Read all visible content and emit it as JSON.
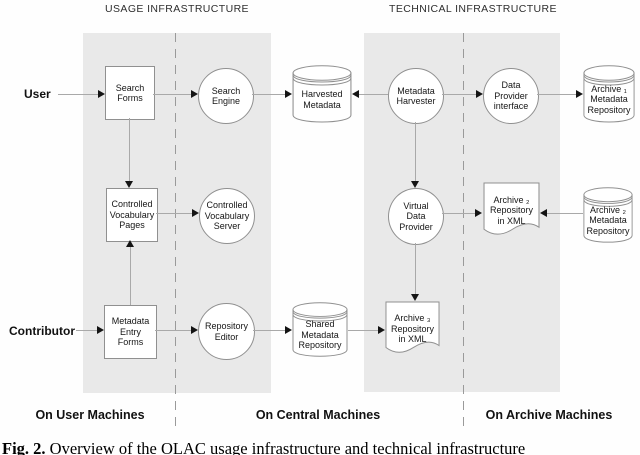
{
  "headers": {
    "usage": "USAGE INFRASTRUCTURE",
    "technical": "TECHNICAL INFRASTRUCTURE"
  },
  "actors": {
    "user": "User",
    "contributor": "Contributor"
  },
  "zones": {
    "user_machines": "On User Machines",
    "central_machines": "On Central Machines",
    "archive_machines": "On Archive Machines"
  },
  "nodes": {
    "search_forms": {
      "shape": "rectangle",
      "label": "Search\nForms"
    },
    "search_engine": {
      "shape": "ellipse",
      "label": "Search\nEngine"
    },
    "harvested_metadata": {
      "shape": "cylinder",
      "label": "Harvested\nMetadata"
    },
    "metadata_harvester": {
      "shape": "ellipse",
      "label": "Metadata\nHarvester"
    },
    "data_provider_interface": {
      "shape": "ellipse",
      "label": "Data\nProvider\ninterface"
    },
    "archive1_metadata_repository": {
      "shape": "cylinder",
      "label": "Archive ₁\nMetadata\nRepository"
    },
    "controlled_vocabulary_pages": {
      "shape": "rectangle",
      "label": "Controlled\nVocabulary\nPages"
    },
    "controlled_vocabulary_server": {
      "shape": "ellipse",
      "label": "Controlled\nVocabulary\nServer"
    },
    "virtual_data_provider": {
      "shape": "ellipse",
      "label": "Virtual\nData\nProvider"
    },
    "archive2_repository_xml": {
      "shape": "document",
      "label": "Archive ₂\nRepository\nin XML"
    },
    "archive2_metadata_repository": {
      "shape": "cylinder",
      "label": "Archive ₂\nMetadata\nRepository"
    },
    "metadata_entry_forms": {
      "shape": "rectangle",
      "label": "Metadata\nEntry\nForms"
    },
    "repository_editor": {
      "shape": "ellipse",
      "label": "Repository\nEditor"
    },
    "shared_metadata_repository": {
      "shape": "cylinder",
      "label": "Shared\nMetadata\nRepository"
    },
    "archive3_repository_xml": {
      "shape": "document",
      "label": "Archive ₃\nRepository\nin XML"
    }
  },
  "edges": [
    {
      "from": "User",
      "to": "Search Forms"
    },
    {
      "from": "Search Forms",
      "to": "Search Engine"
    },
    {
      "from": "Search Engine",
      "to": "Harvested Metadata"
    },
    {
      "from": "Metadata Harvester",
      "to": "Harvested Metadata"
    },
    {
      "from": "Metadata Harvester",
      "to": "Data Provider interface"
    },
    {
      "from": "Data Provider interface",
      "to": "Archive 1 Metadata Repository"
    },
    {
      "from": "Search Forms",
      "to": "Controlled Vocabulary Pages"
    },
    {
      "from": "Metadata Entry Forms",
      "to": "Controlled Vocabulary Pages"
    },
    {
      "from": "Controlled Vocabulary Pages",
      "to": "Controlled Vocabulary Server"
    },
    {
      "from": "Metadata Harvester",
      "to": "Virtual Data Provider"
    },
    {
      "from": "Virtual Data Provider",
      "to": "Archive 2 Repository in XML"
    },
    {
      "from": "Archive 2 Metadata Repository",
      "to": "Archive 2 Repository in XML"
    },
    {
      "from": "Virtual Data Provider",
      "to": "Archive 3 Repository in XML"
    },
    {
      "from": "Contributor",
      "to": "Metadata Entry Forms"
    },
    {
      "from": "Metadata Entry Forms",
      "to": "Repository Editor"
    },
    {
      "from": "Repository Editor",
      "to": "Shared Metadata Repository"
    },
    {
      "from": "Shared Metadata Repository",
      "to": "Archive 3 Repository in XML"
    }
  ],
  "caption": {
    "fig_label": "Fig. 2.",
    "text": " Overview of the OLAC usage infrastructure and technical infrastructure"
  },
  "colors": {
    "zone_band": "#e9e9e9",
    "connector_line": "#a9a9a9",
    "shape_border": "#909090",
    "arrowhead": "#141414",
    "text": "#1a1a1a"
  }
}
